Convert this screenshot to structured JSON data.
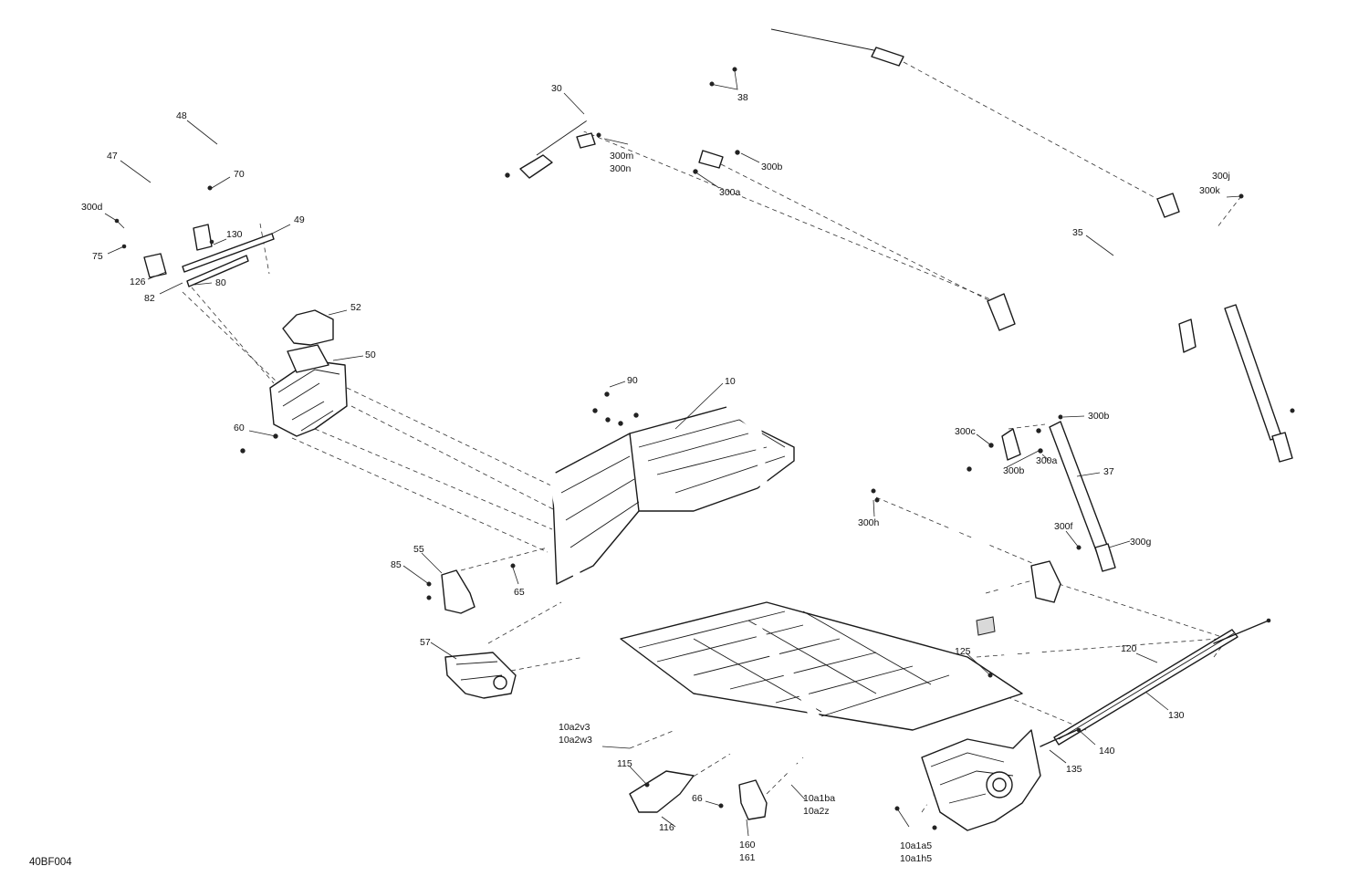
{
  "figure_code": "40BF004",
  "labels": {
    "l30": "30",
    "l38": "38",
    "l300m": "300m",
    "l300n": "300n",
    "l300b_top": "300b",
    "l300a_top": "300a",
    "l48": "48",
    "l47": "47",
    "l70": "70",
    "l300d": "300d",
    "l130_left": "130",
    "l49": "49",
    "l75": "75",
    "l126": "126",
    "l80": "80",
    "l82": "82",
    "l52": "52",
    "l50": "50",
    "l60": "60",
    "l90": "90",
    "l10": "10",
    "l300j": "300j",
    "l300k": "300k",
    "l35": "35",
    "l300c": "300c",
    "l300b_r1": "300b",
    "l300b_r2": "300b",
    "l300a_r": "300a",
    "l37": "37",
    "l300h": "300h",
    "l300f": "300f",
    "l300g": "300g",
    "l55": "55",
    "l85": "85",
    "l65": "65",
    "l57": "57",
    "l125": "125",
    "l120": "120",
    "l130_right": "130",
    "l140": "140",
    "l135": "135",
    "l10a2v3": "10a2v3",
    "l10a2w3": "10a2w3",
    "l115": "115",
    "l116": "116",
    "l66": "66",
    "l160": "160",
    "l161": "161",
    "l10a1ba": "10a1ba",
    "l10a2z": "10a2z",
    "l10a1a5": "10a1a5",
    "l10a1h5": "10a1h5"
  }
}
